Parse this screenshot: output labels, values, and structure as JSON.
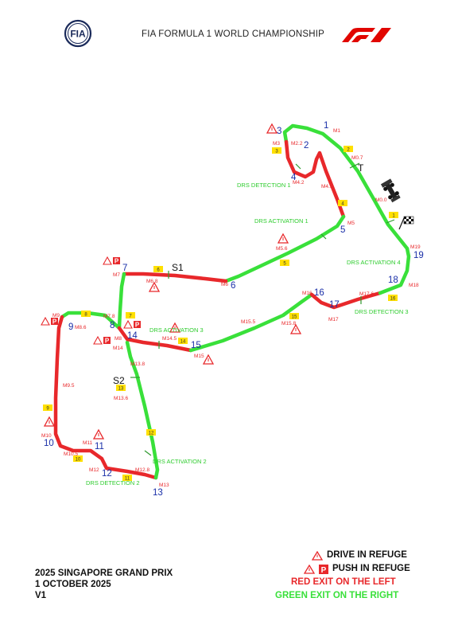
{
  "header": {
    "title": "FIA FORMULA 1 WORLD CHAMPIONSHIP",
    "fia_logo_text": "FIA",
    "f1_logo": "f1-logo"
  },
  "event": {
    "name": "2025 SINGAPORE GRAND PRIX",
    "date": "1 OCTOBER 2025",
    "version": "V1"
  },
  "legend": {
    "drive_in_refuge": "DRIVE IN REFUGE",
    "push_in_refuge": "PUSH IN REFUGE",
    "red_exit": "RED EXIT ON THE LEFT",
    "green_exit": "GREEN EXIT ON THE RIGHT",
    "push_icon_letter": "P"
  },
  "colors": {
    "red": "#e8282b",
    "green": "#39e03a",
    "turn_blue": "#1a2fa8",
    "marshal_red": "#e8282b",
    "drs_green": "#2ecc2e",
    "sector_yellow": "#ffe000"
  },
  "track": {
    "turns": [
      "1",
      "2",
      "3",
      "4",
      "5",
      "6",
      "7",
      "8",
      "9",
      "10",
      "11",
      "12",
      "13",
      "14",
      "15",
      "16",
      "17",
      "18",
      "19"
    ],
    "marshal_posts": [
      "M1",
      "M2.2",
      "M3",
      "M4.2",
      "M4.5",
      "M0.7",
      "M0.0",
      "M5",
      "M5.6",
      "M6",
      "M6.8",
      "M7",
      "M7.8",
      "M8",
      "M8.6",
      "M9",
      "M9.5",
      "M10",
      "M10.5",
      "M11",
      "M12",
      "M12.8",
      "M13",
      "M13.6",
      "M13.8",
      "M14",
      "M14.5",
      "M15",
      "M15.5",
      "M15.8",
      "M16",
      "M17",
      "M17.6",
      "M18",
      "M19"
    ],
    "flag_posts": [
      "1",
      "2",
      "3",
      "4",
      "5",
      "6",
      "7",
      "8",
      "9",
      "10",
      "11",
      "12",
      "13",
      "14",
      "15",
      "16"
    ],
    "drs": [
      "DRS DETECTION 1",
      "DRS ACTIVATION 1",
      "DRS ACTIVATION 2",
      "DRS DETECTION 2",
      "DRS ACTIVATION 3",
      "DRS ACTIVATION 4",
      "DRS DETECTION 3"
    ],
    "sectors": [
      "S1",
      "S2"
    ],
    "timing_line": "T"
  }
}
